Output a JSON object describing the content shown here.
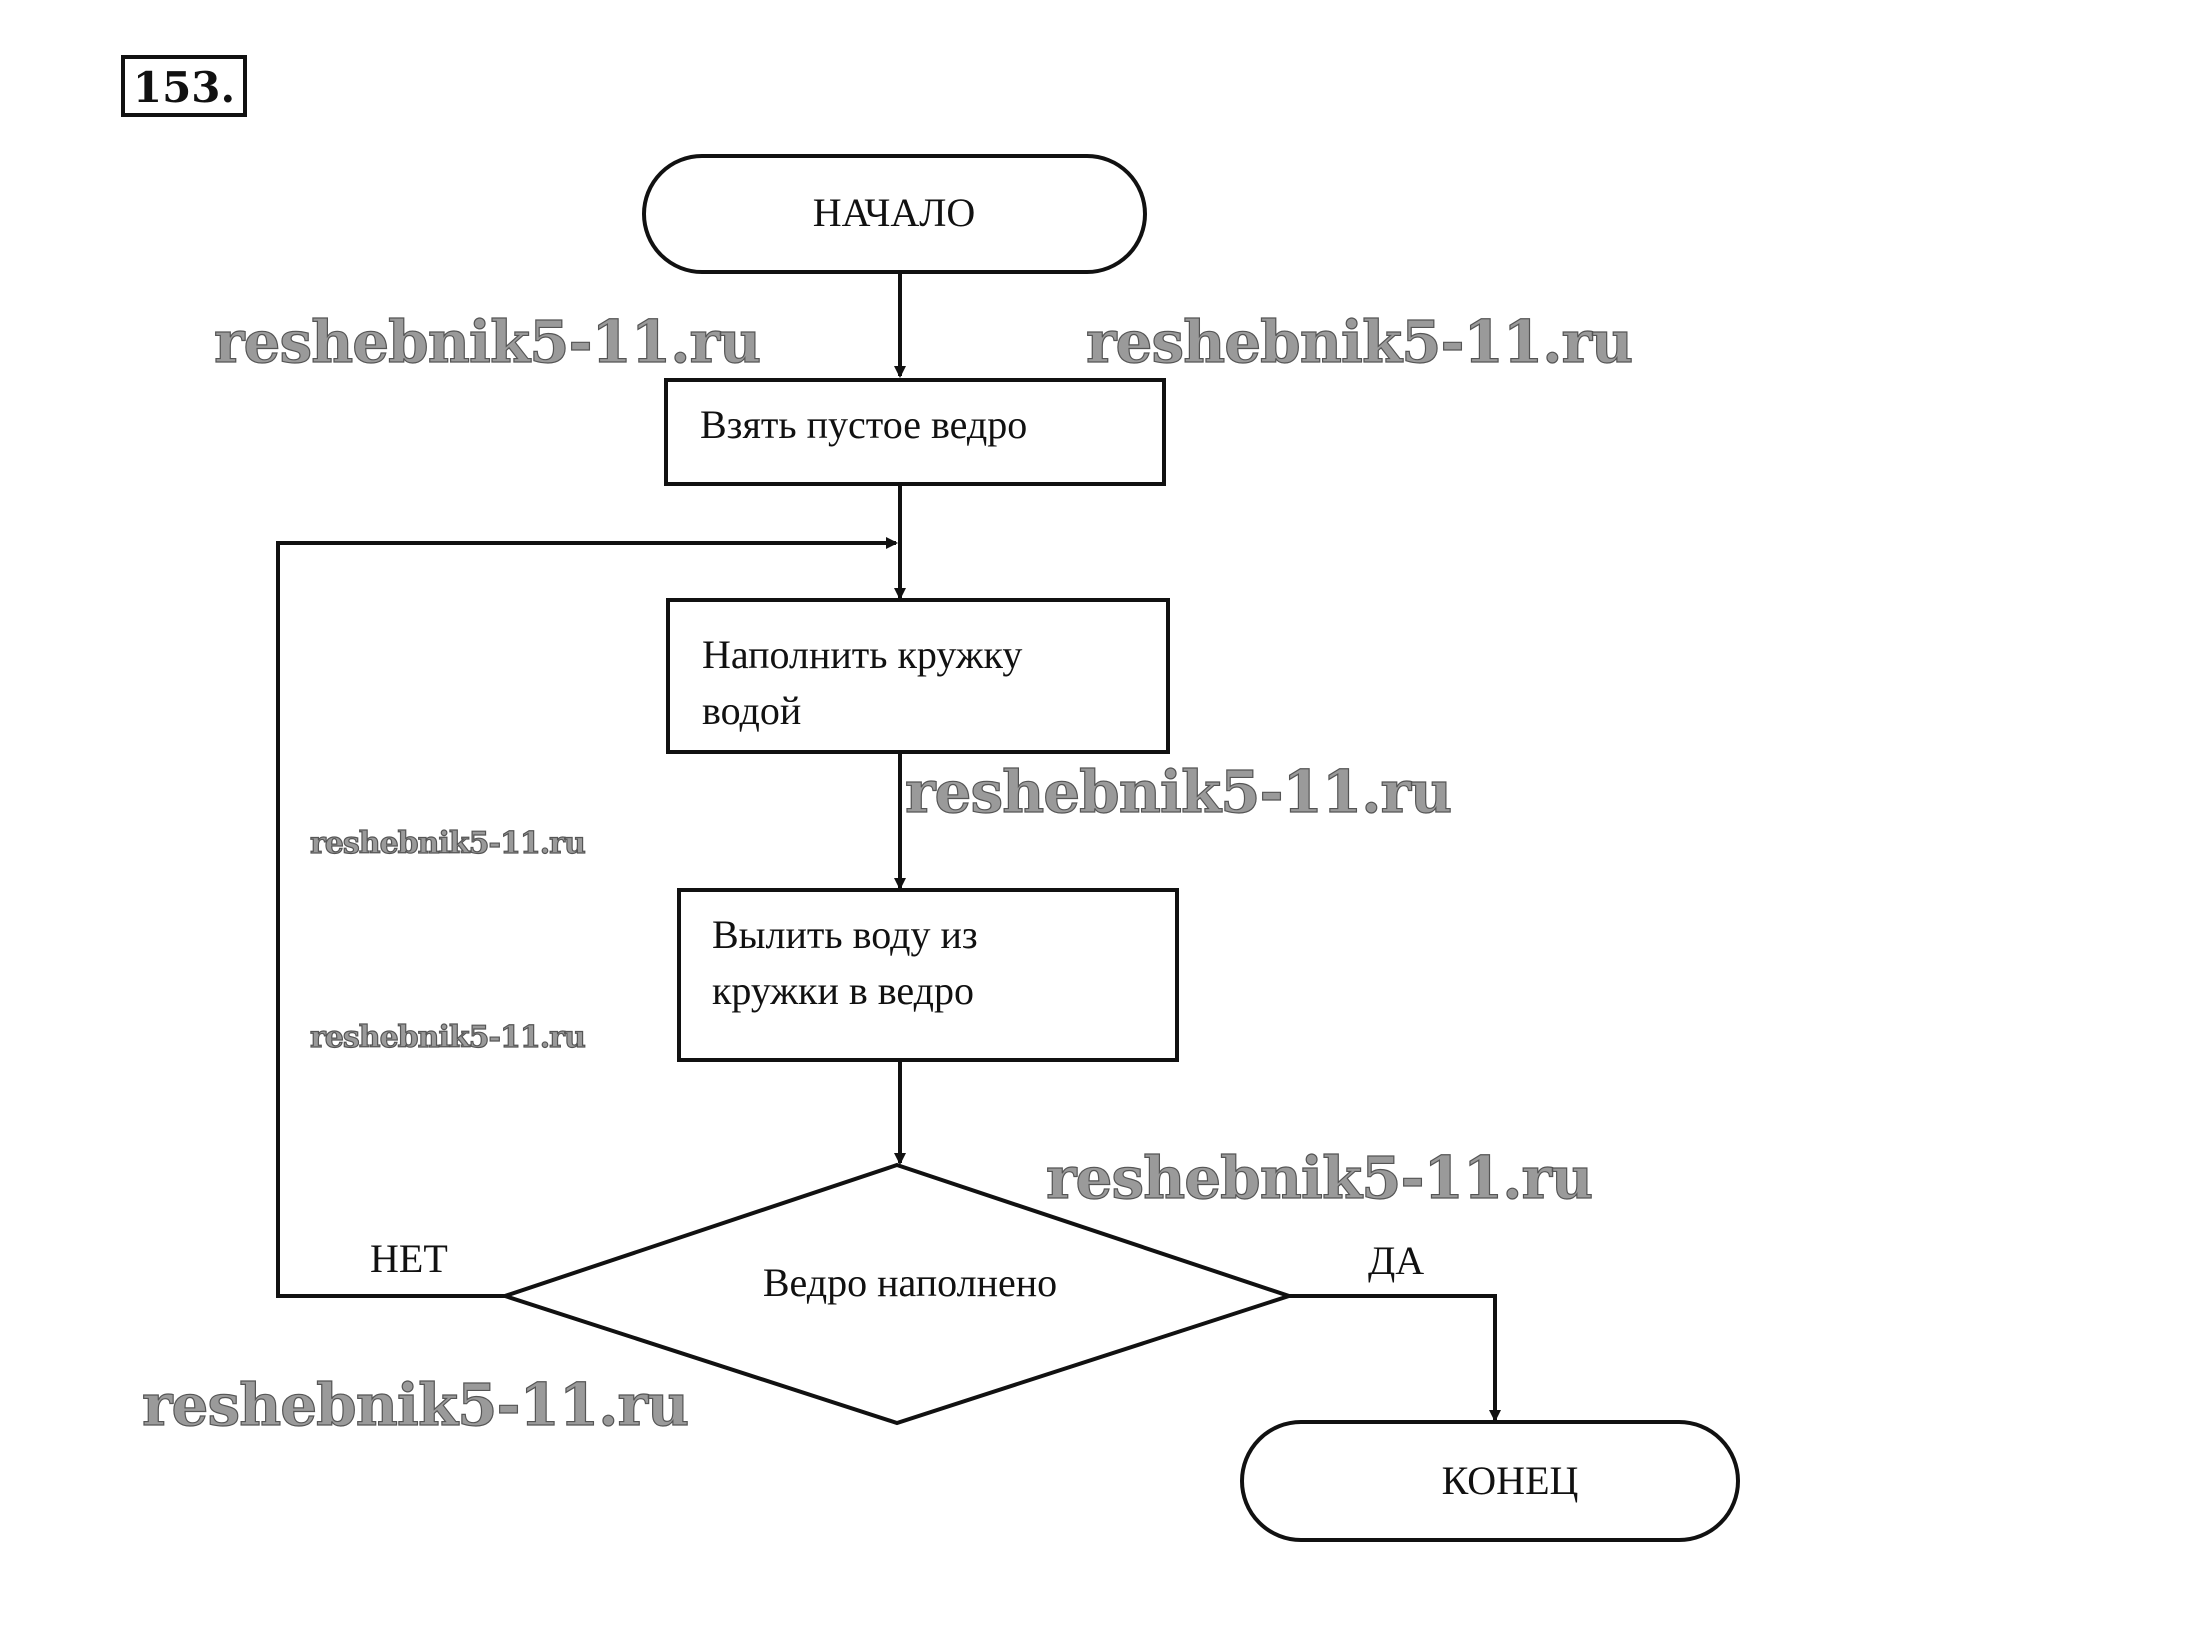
{
  "problem_number": "153.",
  "flowchart": {
    "start": {
      "label": "НАЧАЛО"
    },
    "steps": [
      {
        "lines": [
          "Взять пустое ведро"
        ]
      },
      {
        "lines": [
          "Наполнить кружку",
          "водой"
        ]
      },
      {
        "lines": [
          "Вылить воду из",
          "кружки в ведро"
        ]
      }
    ],
    "decision": {
      "label": "Ведро наполнено",
      "no_label": "НЕТ",
      "yes_label": "ДА"
    },
    "end": {
      "label": "КОНЕЦ"
    }
  },
  "watermark": {
    "text": "reshebnik5-11.ru"
  },
  "colors": {
    "ink": "#111111",
    "watermark_fill": "#9a9a9a",
    "background": "#ffffff"
  }
}
